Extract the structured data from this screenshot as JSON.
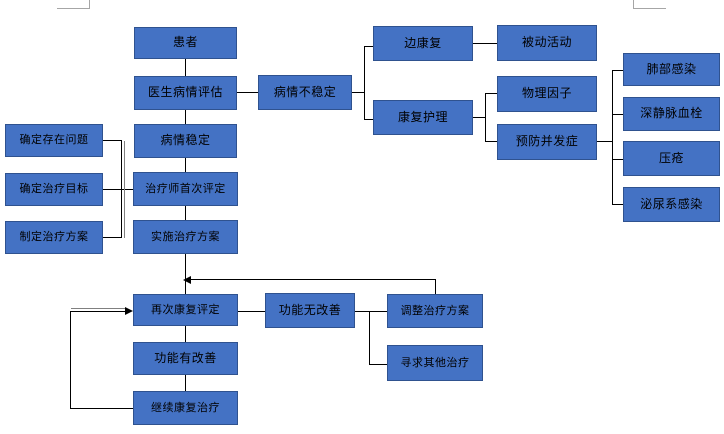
{
  "diagram": {
    "title_text": "",
    "colors": {
      "node_fill": "#4472C4",
      "node_border": "#2F528F",
      "connector": "#000000",
      "cropmark": "#a6a6a6",
      "background": "#ffffff"
    },
    "nodes": {
      "patient": "患者",
      "doctor_assessment": "医生病情评估",
      "condition_unstable": "病情不稳定",
      "condition_stable": "病情稳定",
      "therapist_first_assessment": "治疗师首次评定",
      "implement_treatment_plan": "实施治疗方案",
      "identify_problem": "确定存在问题",
      "determine_goal": "确定治疗目标",
      "formulate_plan": "制定治疗方案",
      "bedside_rehab": "边康复",
      "rehab_nursing": "康复护理",
      "passive_activity": "被动活动",
      "physical_factors": "物理因子",
      "prevent_complications": "预防并发症",
      "lung_infection": "肺部感染",
      "deep_vein_thrombosis": "深静脉血栓",
      "pressure_sore": "压疮",
      "urinary_infection": "泌尿系感染",
      "reassessment": "再次康复评定",
      "no_improvement": "功能无改善",
      "has_improvement": "功能有改善",
      "adjust_treatment_plan": "调整治疗方案",
      "seek_other_treatment": "寻求其他治疗",
      "continue_rehab": "继续康复治疗"
    }
  }
}
